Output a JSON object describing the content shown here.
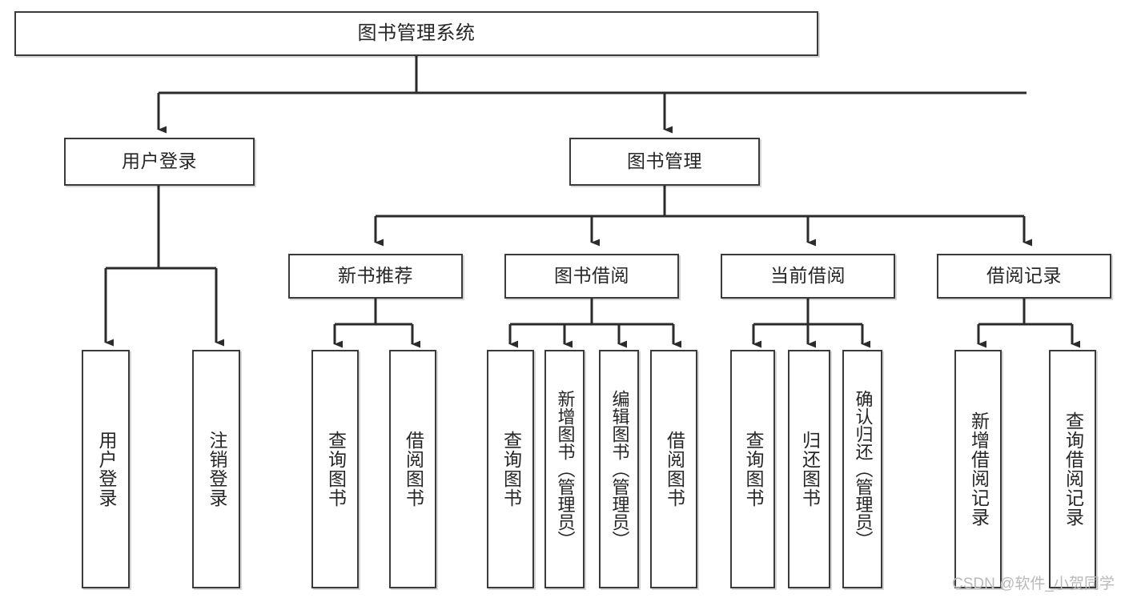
{
  "diagram": {
    "type": "hierarchy-tree",
    "title": "图书管理系统",
    "watermark": "CSDN @软件_小贺同学",
    "colors": {
      "box_border": "#3a3a3a",
      "box_fill": "#ffffff",
      "connector": "#2b2b2b",
      "text": "#262626",
      "watermark": "#b9b9b9"
    },
    "nodes": {
      "root": {
        "label": "图书管理系统"
      },
      "level1": [
        {
          "id": "user-login",
          "label": "用户登录"
        },
        {
          "id": "book-management",
          "label": "图书管理"
        }
      ],
      "level2": [
        {
          "id": "new-book-recommend",
          "label": "新书推荐"
        },
        {
          "id": "book-borrow",
          "label": "图书借阅"
        },
        {
          "id": "current-borrow",
          "label": "当前借阅"
        },
        {
          "id": "borrow-record",
          "label": "借阅记录"
        }
      ],
      "leaves": {
        "user-login": [
          {
            "id": "leaf-user-login",
            "label": "用户登录"
          },
          {
            "id": "leaf-logout-login",
            "label": "注销登录"
          }
        ],
        "new-book-recommend": [
          {
            "id": "leaf-query-book-1",
            "label": "查询图书"
          },
          {
            "id": "leaf-borrow-book-1",
            "label": "借阅图书"
          }
        ],
        "book-borrow": [
          {
            "id": "leaf-query-book-2",
            "label": "查询图书"
          },
          {
            "id": "leaf-add-book",
            "label": "新增图书（管理员）"
          },
          {
            "id": "leaf-edit-book",
            "label": "编辑图书（管理员）"
          },
          {
            "id": "leaf-borrow-book-2",
            "label": "借阅图书"
          }
        ],
        "current-borrow": [
          {
            "id": "leaf-query-book-3",
            "label": "查询图书"
          },
          {
            "id": "leaf-return-book",
            "label": "归还图书"
          },
          {
            "id": "leaf-confirm-return",
            "label": "确认归还（管理员）"
          }
        ],
        "borrow-record": [
          {
            "id": "leaf-add-record",
            "label": "新增借阅记录"
          },
          {
            "id": "leaf-query-record",
            "label": "查询借阅记录"
          }
        ]
      }
    }
  }
}
